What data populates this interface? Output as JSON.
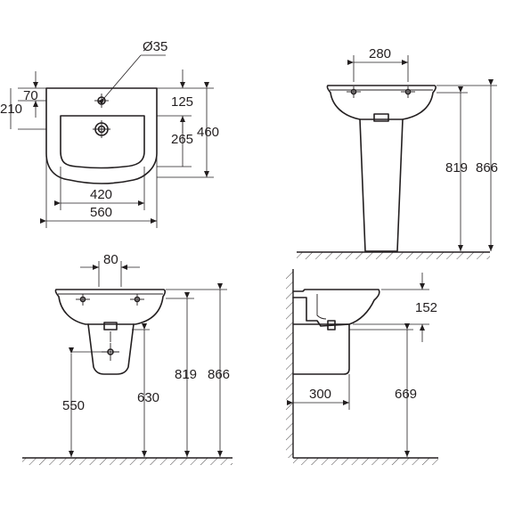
{
  "labels": {
    "dia_tap_hole": "Ø35",
    "d70": "70",
    "d210": "210",
    "d125": "125",
    "d265": "265",
    "d460": "460",
    "d420": "420",
    "d560": "560",
    "d280": "280",
    "d819_ped": "819",
    "d866_ped": "866",
    "d80": "80",
    "d550": "550",
    "d630": "630",
    "d819_semi": "819",
    "d866_semi": "866",
    "d152": "152",
    "d300": "300",
    "d669": "669"
  }
}
